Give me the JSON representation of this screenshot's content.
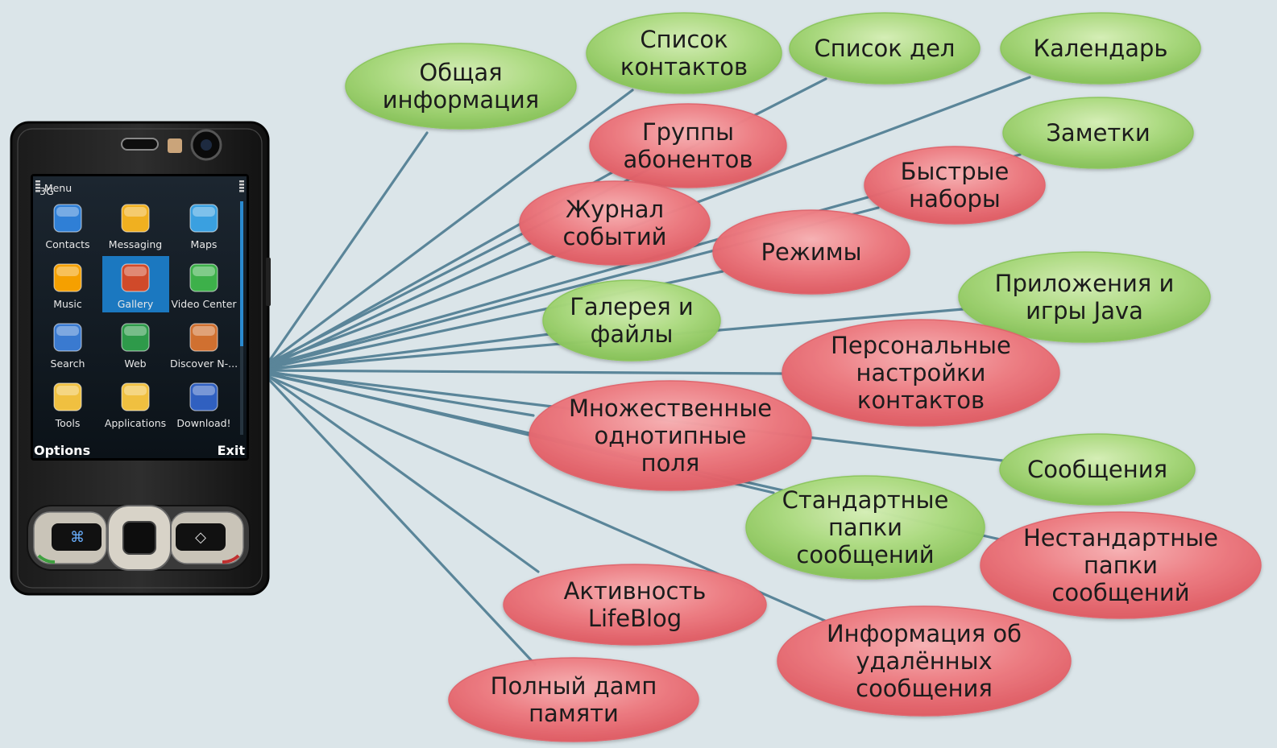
{
  "phone": {
    "menu_title": "Menu",
    "network": "3G",
    "softkey_left": "Options",
    "softkey_right": "Exit",
    "apps": [
      {
        "label": "Contacts",
        "icon": "contacts-icon",
        "color": "#2f7fd6",
        "selected": false
      },
      {
        "label": "Messaging",
        "icon": "envelope-icon",
        "color": "#f0b020",
        "selected": false
      },
      {
        "label": "Maps",
        "icon": "map-icon",
        "color": "#3aa0e0",
        "selected": false
      },
      {
        "label": "Music",
        "icon": "music-icon",
        "color": "#f5a000",
        "selected": false
      },
      {
        "label": "Gallery",
        "icon": "film-icon",
        "color": "#d04a2a",
        "selected": true
      },
      {
        "label": "Video Center",
        "icon": "video-icon",
        "color": "#3db04a",
        "selected": false
      },
      {
        "label": "Search",
        "icon": "search-icon",
        "color": "#3a7ad0",
        "selected": false
      },
      {
        "label": "Web",
        "icon": "globe-icon",
        "color": "#2e9a4a",
        "selected": false
      },
      {
        "label": "Discover N-...",
        "icon": "ngage-logo-icon",
        "color": "#d07030",
        "selected": false
      },
      {
        "label": "Tools",
        "icon": "folder-tools-icon",
        "color": "#f0c040",
        "selected": false
      },
      {
        "label": "Applications",
        "icon": "folder-apps-icon",
        "color": "#f0c040",
        "selected": false
      },
      {
        "label": "Download!",
        "icon": "download-icon",
        "color": "#3060c0",
        "selected": false
      }
    ]
  },
  "nodes": [
    {
      "id": "general",
      "lines": [
        "Общая",
        "информация"
      ],
      "color": "green"
    },
    {
      "id": "contacts",
      "lines": [
        "Список",
        "контактов"
      ],
      "color": "green"
    },
    {
      "id": "todo",
      "lines": [
        "Список дел"
      ],
      "color": "green"
    },
    {
      "id": "calendar",
      "lines": [
        "Календарь"
      ],
      "color": "green"
    },
    {
      "id": "groups",
      "lines": [
        "Группы",
        "абонентов"
      ],
      "color": "red"
    },
    {
      "id": "notes",
      "lines": [
        "Заметки"
      ],
      "color": "green"
    },
    {
      "id": "speeddial",
      "lines": [
        "Быстрые",
        "наборы"
      ],
      "color": "red"
    },
    {
      "id": "log",
      "lines": [
        "Журнал",
        "событий"
      ],
      "color": "red"
    },
    {
      "id": "profiles",
      "lines": [
        "Режимы"
      ],
      "color": "red"
    },
    {
      "id": "java",
      "lines": [
        "Приложения и",
        "игры Java"
      ],
      "color": "green"
    },
    {
      "id": "gallery",
      "lines": [
        "Галерея и",
        "файлы"
      ],
      "color": "green"
    },
    {
      "id": "personal",
      "lines": [
        "Персональные",
        "настройки",
        "контактов"
      ],
      "color": "red"
    },
    {
      "id": "multifields",
      "lines": [
        "Множественные",
        "однотипные",
        "поля"
      ],
      "color": "red"
    },
    {
      "id": "messages",
      "lines": [
        "Сообщения"
      ],
      "color": "green"
    },
    {
      "id": "stdfolders",
      "lines": [
        "Стандартные",
        "папки",
        "сообщений"
      ],
      "color": "green"
    },
    {
      "id": "nonstdfolders",
      "lines": [
        "Нестандартные",
        "папки",
        "сообщений"
      ],
      "color": "red"
    },
    {
      "id": "lifeblog",
      "lines": [
        "Активность",
        "LifeBlog"
      ],
      "color": "red"
    },
    {
      "id": "deleted",
      "lines": [
        "Информация об",
        "удалённых",
        "сообщения"
      ],
      "color": "red"
    },
    {
      "id": "memdump",
      "lines": [
        "Полный дамп",
        "памяти"
      ],
      "color": "red"
    }
  ],
  "colors": {
    "background": "#dbe5e9",
    "connector": "#5a8599",
    "green_fill": "#a8d878",
    "red_fill": "#ec7078"
  }
}
